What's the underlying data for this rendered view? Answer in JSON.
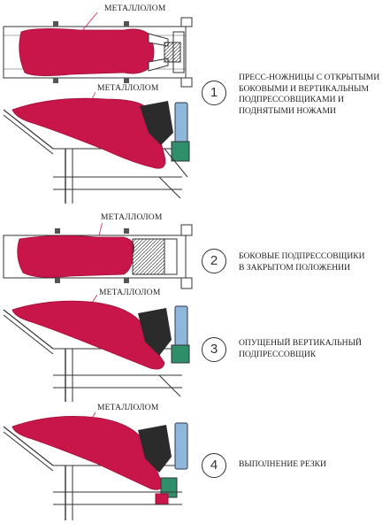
{
  "material_label": "МЕТАЛЛОЛОМ",
  "steps": [
    {
      "number": "1",
      "caption_lines": [
        "ПРЕСС-НОЖНИЦЫ С ОТКРЫТЫМИ",
        "БОКОВЫМИ И ВЕРТИКАЛЬНЫМ",
        "ПОДПРЕССОВЩИКАМИ И",
        "ПОДНЯТЫМИ НОЖАМИ"
      ]
    },
    {
      "number": "2",
      "caption_lines": [
        "БОКОВЫЕ ПОДПРЕССОВЩИКИ",
        "В ЗАКРЫТОМ ПОЛОЖЕНИИ"
      ]
    },
    {
      "number": "3",
      "caption_lines": [
        "ОПУЩЕНЫЙ ВЕРТИКАЛЬНЫЙ",
        "ПОДПРЕССОВЩИК"
      ]
    },
    {
      "number": "4",
      "caption_lines": [
        "ВЫПОЛНЕНИЕ РЕЗКИ"
      ]
    }
  ],
  "colors": {
    "scrap": "#c8164a",
    "scrap_dark": "#9e0f38",
    "frame": "#333333",
    "press_block": "#2b2b2b",
    "cylinder": "#8fb7d9",
    "knife": "#2f8f6a",
    "label_line": "#d01c50"
  }
}
